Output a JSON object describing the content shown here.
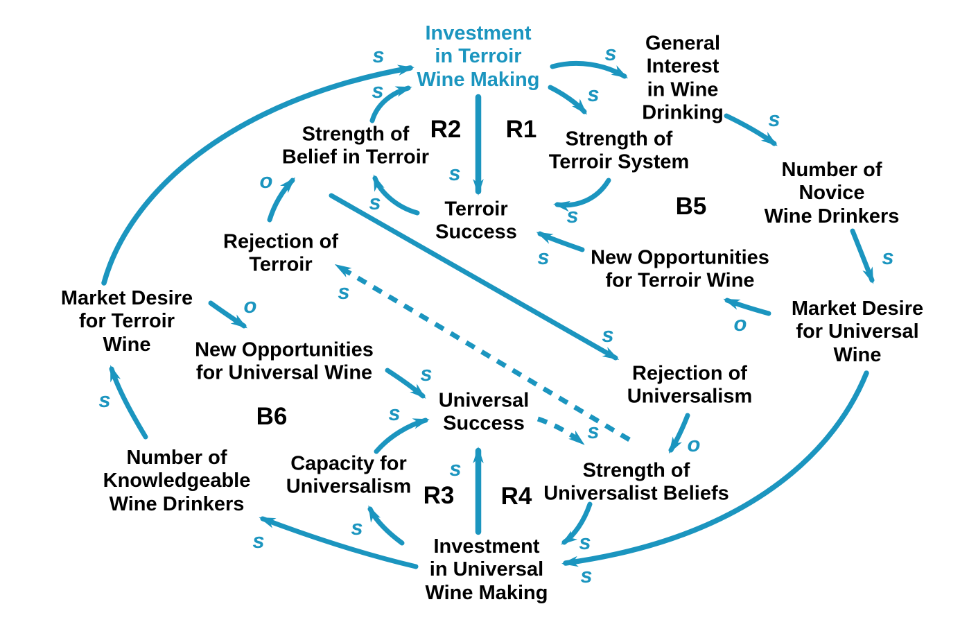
{
  "diagram_type": "causal-loop-diagram",
  "colors": {
    "accent": "#1B95BF",
    "text": "#000000",
    "background": "#FFFFFF"
  },
  "nodes": [
    {
      "id": "investment-in-terroir-wine-making",
      "label": "Investment\nin Terroir\nWine Making"
    },
    {
      "id": "general-interest-in-wine-drinking",
      "label": "General\nInterest\nin Wine\nDrinking"
    },
    {
      "id": "strength-of-belief-in-terroir",
      "label": "Strength of\nBelief in Terroir"
    },
    {
      "id": "strength-of-terroir-system",
      "label": "Strength of\nTerroir System"
    },
    {
      "id": "terroir-success",
      "label": "Terroir\nSuccess"
    },
    {
      "id": "number-of-novice-wine-drinkers",
      "label": "Number of\nNovice\nWine Drinkers"
    },
    {
      "id": "rejection-of-terroir",
      "label": "Rejection of\nTerroir"
    },
    {
      "id": "new-opportunities-for-terroir-wine",
      "label": "New Opportunities\nfor Terroir Wine"
    },
    {
      "id": "market-desire-for-terroir-wine",
      "label": "Market Desire\nfor Terroir\nWine"
    },
    {
      "id": "new-opportunities-for-universal-wine",
      "label": "New Opportunities\nfor Universal Wine"
    },
    {
      "id": "market-desire-for-universal-wine",
      "label": "Market Desire\nfor Universal\nWine"
    },
    {
      "id": "rejection-of-universalism",
      "label": "Rejection of\nUniversalism"
    },
    {
      "id": "universal-success",
      "label": "Universal\nSuccess"
    },
    {
      "id": "capacity-for-universalism",
      "label": "Capacity for\nUniversalism"
    },
    {
      "id": "number-of-knowledgeable-wine-drinkers",
      "label": "Number of\nKnowledgeable\nWine Drinkers"
    },
    {
      "id": "strength-of-universalist-beliefs",
      "label": "Strength of\nUniversalist Beliefs"
    },
    {
      "id": "investment-in-universal-wine-making",
      "label": "Investment\nin Universal\nWine Making"
    }
  ],
  "loop_labels": [
    {
      "label": "R2"
    },
    {
      "label": "R1"
    },
    {
      "label": "B5"
    },
    {
      "label": "B6"
    },
    {
      "label": "R3"
    },
    {
      "label": "R4"
    }
  ],
  "links": [
    {
      "from": "market-desire-for-terroir-wine",
      "to": "investment-in-terroir-wine-making",
      "polarity": "s",
      "line_style": "solid"
    },
    {
      "from": "strength-of-belief-in-terroir",
      "to": "investment-in-terroir-wine-making",
      "polarity": "s",
      "line_style": "solid"
    },
    {
      "from": "investment-in-terroir-wine-making",
      "to": "general-interest-in-wine-drinking",
      "polarity": "s",
      "line_style": "solid"
    },
    {
      "from": "investment-in-terroir-wine-making",
      "to": "strength-of-terroir-system",
      "polarity": "s",
      "line_style": "solid"
    },
    {
      "from": "investment-in-terroir-wine-making",
      "to": "terroir-success",
      "polarity": "s",
      "line_style": "solid"
    },
    {
      "from": "strength-of-terroir-system",
      "to": "terroir-success",
      "polarity": "s",
      "line_style": "solid"
    },
    {
      "from": "new-opportunities-for-terroir-wine",
      "to": "terroir-success",
      "polarity": "s",
      "line_style": "solid"
    },
    {
      "from": "terroir-success",
      "to": "strength-of-belief-in-terroir",
      "polarity": "s",
      "line_style": "solid"
    },
    {
      "from": "rejection-of-terroir",
      "to": "strength-of-belief-in-terroir",
      "polarity": "o",
      "line_style": "solid"
    },
    {
      "from": "strength-of-belief-in-terroir",
      "to": "rejection-of-universalism",
      "polarity": "s",
      "line_style": "solid"
    },
    {
      "from": "strength-of-universalist-beliefs",
      "to": "rejection-of-terroir",
      "polarity": "s",
      "line_style": "dashed"
    },
    {
      "from": "universal-success",
      "to": "strength-of-universalist-beliefs",
      "polarity": "s",
      "line_style": "dashed"
    },
    {
      "from": "rejection-of-universalism",
      "to": "strength-of-universalist-beliefs",
      "polarity": "o",
      "line_style": "solid"
    },
    {
      "from": "general-interest-in-wine-drinking",
      "to": "number-of-novice-wine-drinkers",
      "polarity": "s",
      "line_style": "solid"
    },
    {
      "from": "number-of-novice-wine-drinkers",
      "to": "market-desire-for-universal-wine",
      "polarity": "s",
      "line_style": "solid"
    },
    {
      "from": "market-desire-for-universal-wine",
      "to": "new-opportunities-for-terroir-wine",
      "polarity": "o",
      "line_style": "solid"
    },
    {
      "from": "market-desire-for-universal-wine",
      "to": "investment-in-universal-wine-making",
      "polarity": "s",
      "line_style": "solid"
    },
    {
      "from": "strength-of-universalist-beliefs",
      "to": "investment-in-universal-wine-making",
      "polarity": "s",
      "line_style": "solid"
    },
    {
      "from": "investment-in-universal-wine-making",
      "to": "universal-success",
      "polarity": "s",
      "line_style": "solid"
    },
    {
      "from": "capacity-for-universalism",
      "to": "universal-success",
      "polarity": "s",
      "line_style": "solid"
    },
    {
      "from": "new-opportunities-for-universal-wine",
      "to": "universal-success",
      "polarity": "s",
      "line_style": "solid"
    },
    {
      "from": "rejection-of-terroir",
      "to": "new-opportunities-for-universal-wine",
      "polarity": "o",
      "line_style": "solid"
    },
    {
      "from": "number-of-knowledgeable-wine-drinkers",
      "to": "market-desire-for-terroir-wine",
      "polarity": "s",
      "line_style": "solid"
    },
    {
      "from": "investment-in-universal-wine-making",
      "to": "number-of-knowledgeable-wine-drinkers",
      "polarity": "s",
      "line_style": "solid"
    },
    {
      "from": "investment-in-universal-wine-making",
      "to": "capacity-for-universalism",
      "polarity": "s",
      "line_style": "solid"
    }
  ]
}
